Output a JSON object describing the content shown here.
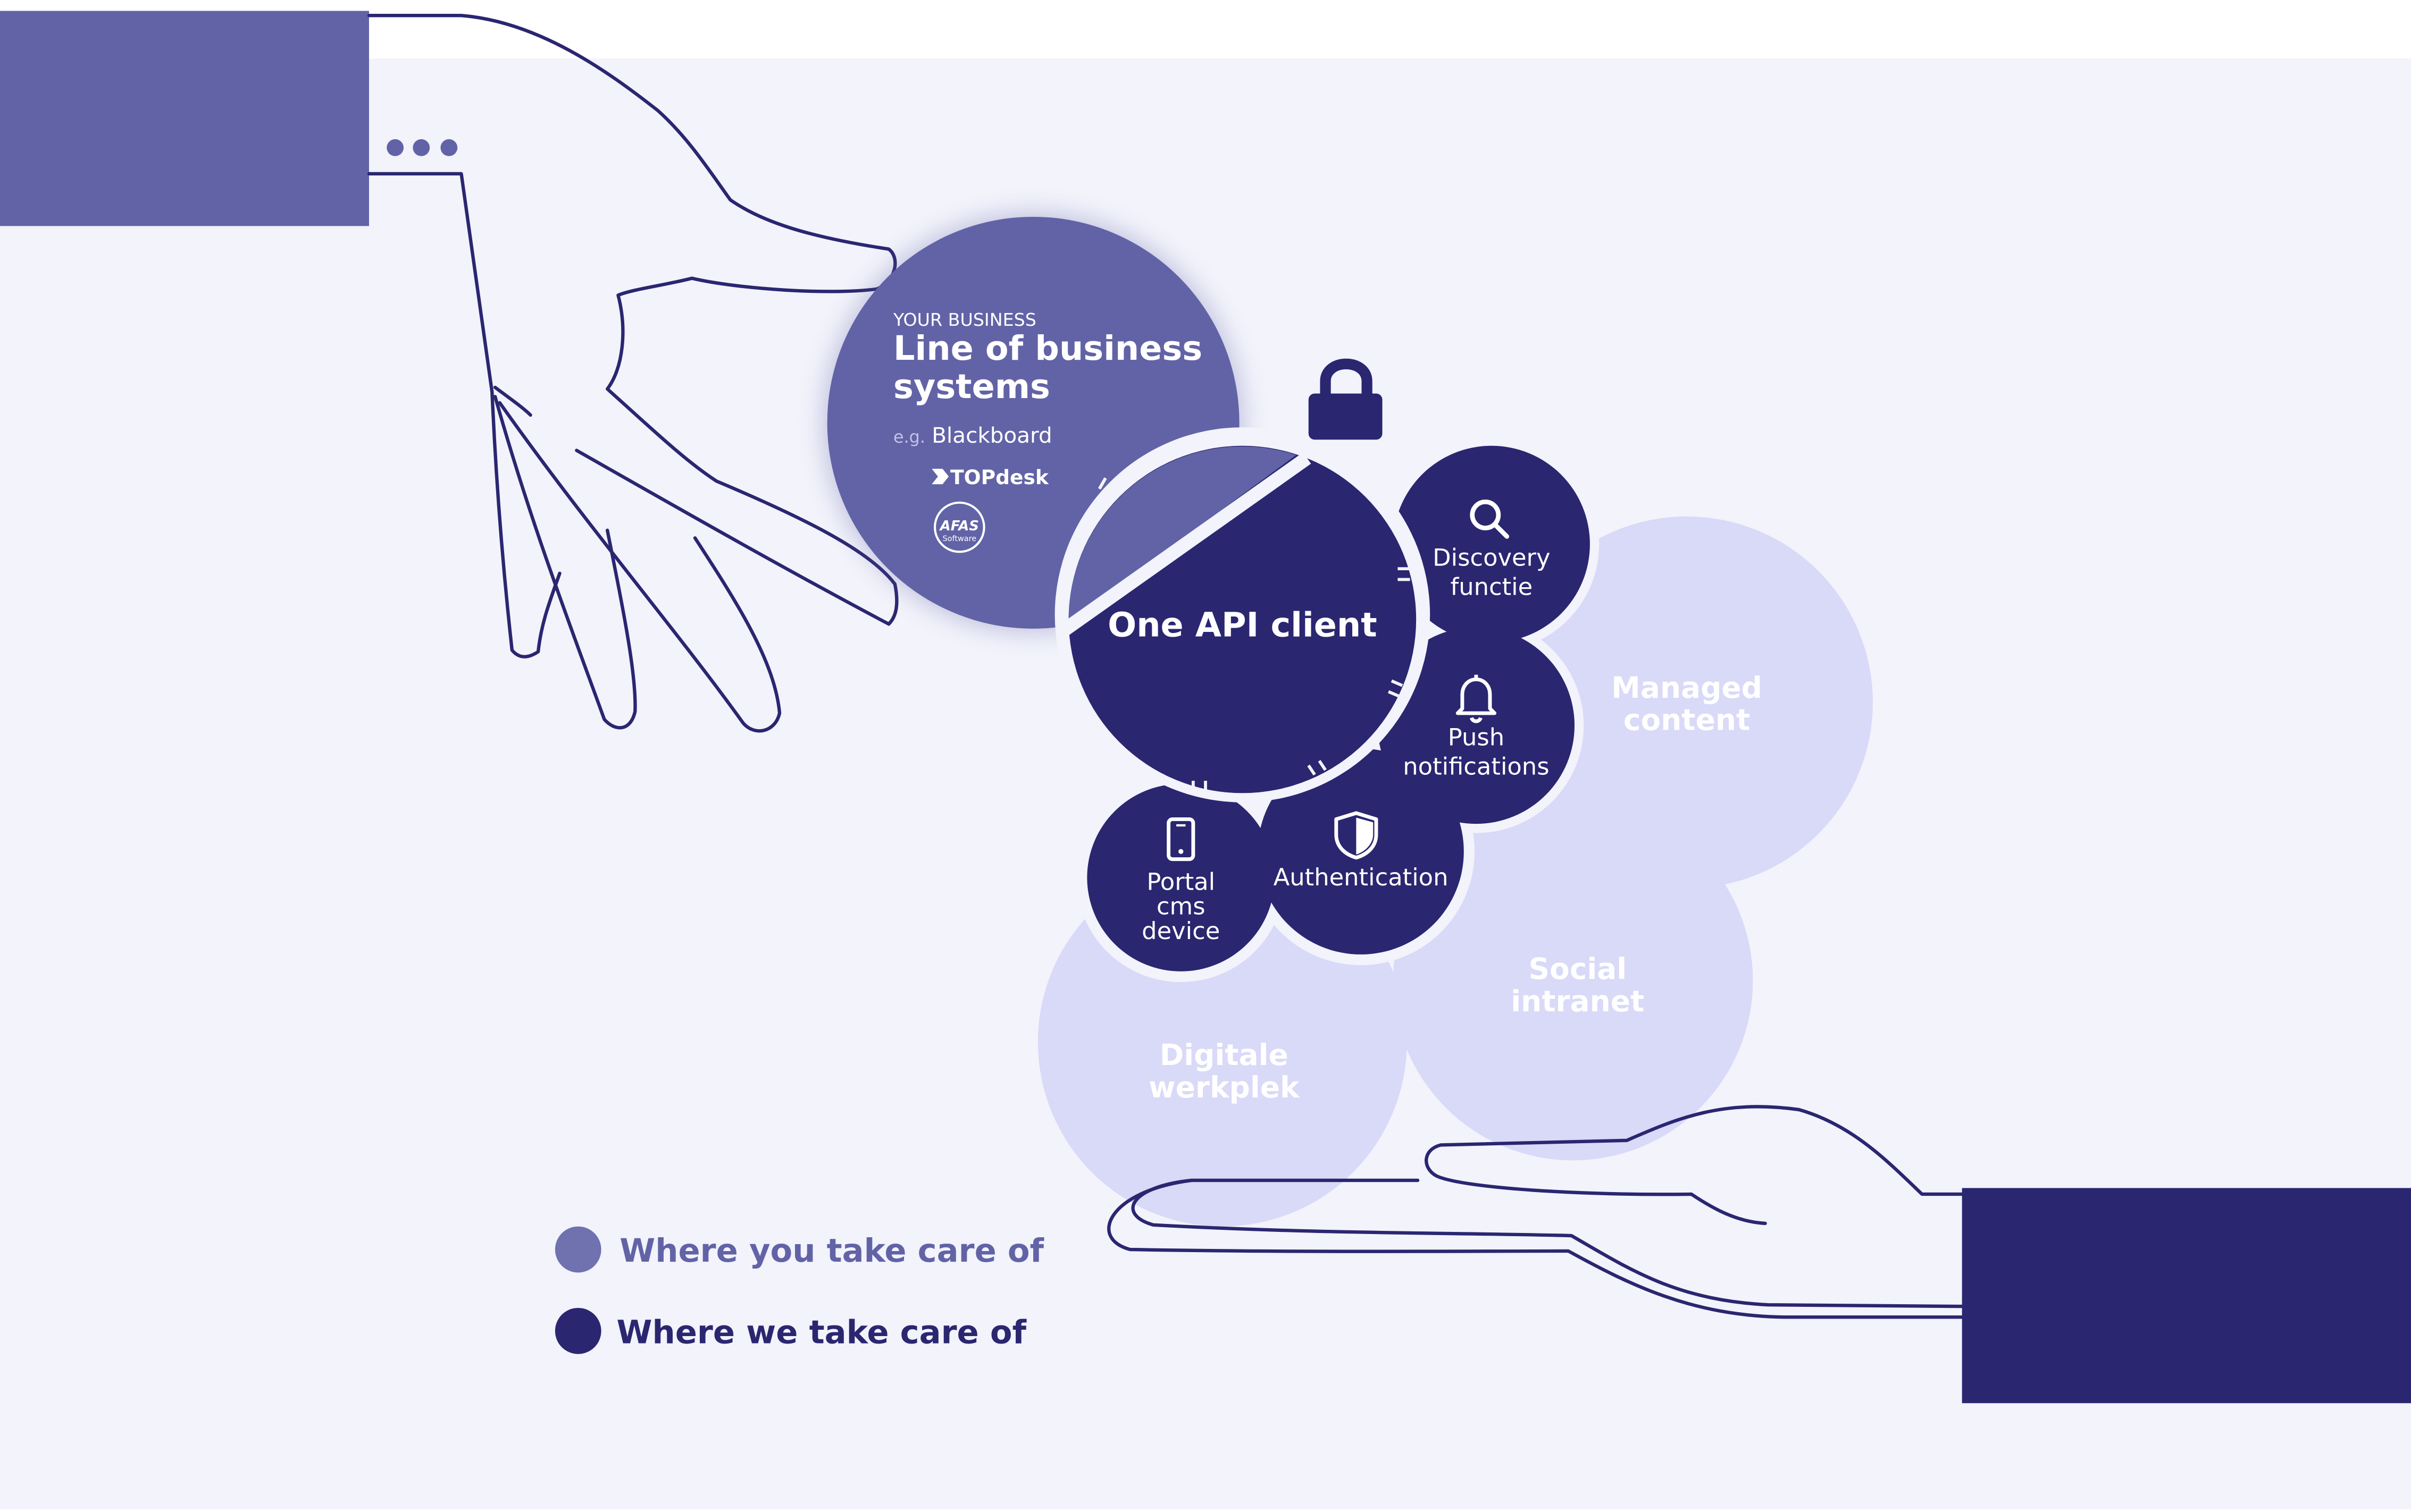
{
  "colors": {
    "page_background": "#ffffff",
    "panel_background": "#f2f3fb",
    "your_care": "#6263a6",
    "our_care": "#2a2670",
    "light_bubble": "#d9d9f8",
    "line": "#2a2670",
    "text_light": "#ffffff"
  },
  "business": {
    "eyebrow": "YOUR BUSINESS",
    "title_line1": "Line of business",
    "title_line2": "systems",
    "eg": "e.g.",
    "brand_blackboard": "Blackboard",
    "brand_topdesk": "TOPdesk",
    "brand_afas": "AFAS",
    "brand_afas_sub": "Software"
  },
  "core": {
    "label": "One API client",
    "lock_icon": "lock-icon"
  },
  "modules": {
    "discovery": {
      "line1": "Discovery",
      "line2": "functie",
      "icon": "search-icon"
    },
    "push": {
      "line1": "Push",
      "line2": "notifications",
      "icon": "bell-icon"
    },
    "authentication": {
      "label": "Authentication",
      "icon": "shield-icon"
    },
    "portal": {
      "line1": "Portal",
      "line2": "cms",
      "line3": "device",
      "icon": "mobile-phone-icon"
    }
  },
  "solutions": {
    "managed": {
      "line1": "Managed",
      "line2": "content"
    },
    "social": {
      "line1": "Social",
      "line2": "intranet"
    },
    "digitale": {
      "line1": "Digitale",
      "line2": "werkplek"
    }
  },
  "legend": {
    "yours": "Where you take care of",
    "ours": "Where we take care of"
  },
  "ellipsis_icon": "more-dots-icon"
}
